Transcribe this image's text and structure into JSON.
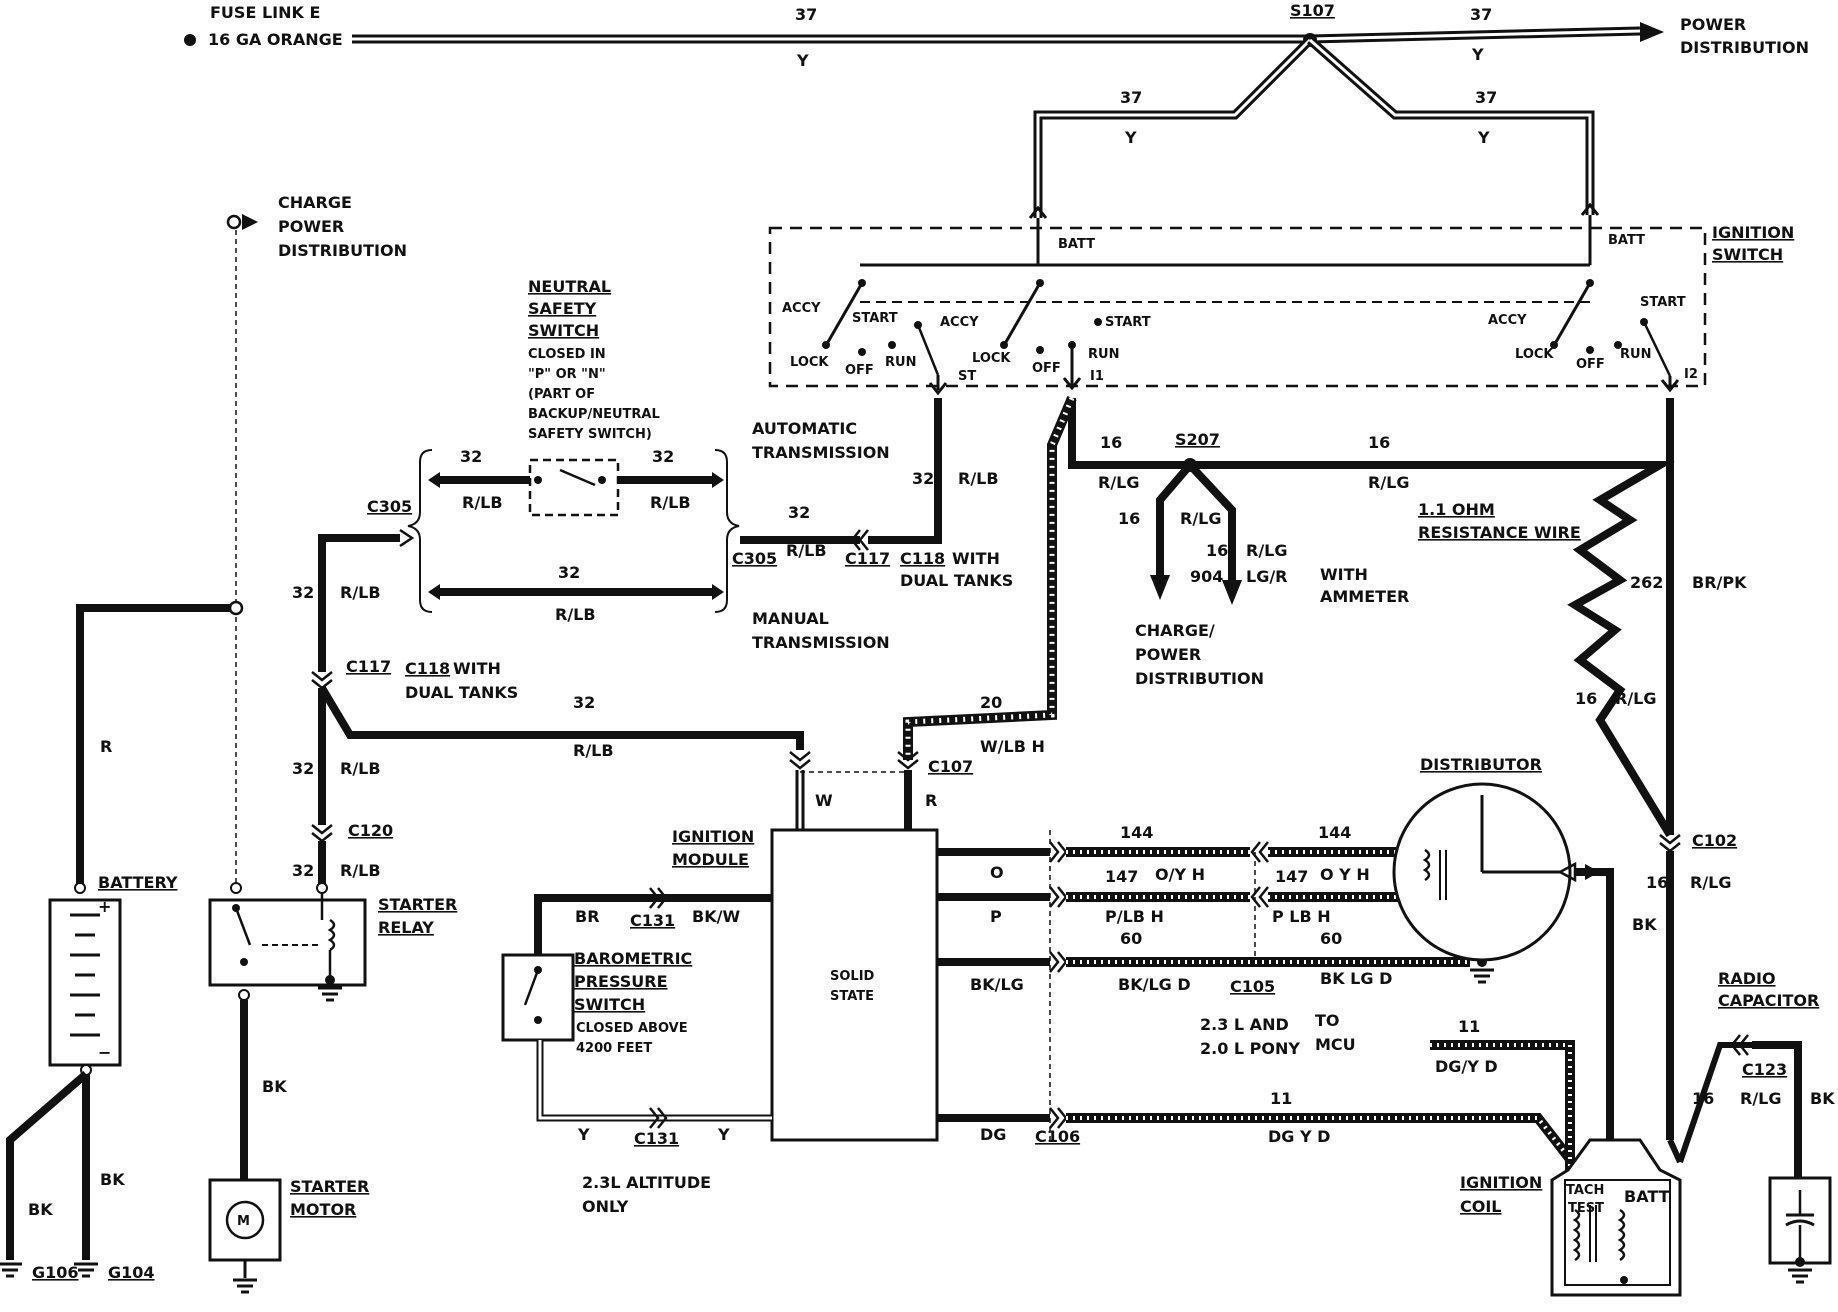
{
  "colors": {
    "wire": "#111111",
    "background": "#ffffff",
    "hollow": "#ffffff"
  },
  "top": {
    "fuse_link": "FUSE LINK E",
    "fuse_gauge": "16 GA ORANGE",
    "circuit_left": "37",
    "color_left": "Y",
    "splice": "S107",
    "circuit_right": "37",
    "color_right": "Y",
    "power_dist_1": "POWER",
    "power_dist_2": "DISTRIBUTION",
    "branch_left_circuit": "37",
    "branch_left_color": "Y",
    "branch_right_circuit": "37",
    "branch_right_color": "Y"
  },
  "ignition_switch": {
    "title_1": "IGNITION",
    "title_2": "SWITCH",
    "batt_left": "BATT",
    "batt_right": "BATT",
    "accy_1": "ACCY",
    "start_1": "START",
    "lock_1": "LOCK",
    "off_1": "OFF",
    "run_1": "RUN",
    "accy_2": "ACCY",
    "start_2": "START",
    "lock_2": "LOCK",
    "off_2": "OFF",
    "run_2": "RUN",
    "accy_3": "ACCY",
    "start_3": "START",
    "lock_3": "LOCK",
    "off_3": "OFF",
    "run_3": "RUN",
    "term_st": "ST",
    "term_11": "I1",
    "term_12": "I2"
  },
  "charge": {
    "line1": "CHARGE",
    "line2": "POWER",
    "line3": "DISTRIBUTION"
  },
  "neutral_switch": {
    "l1": "NEUTRAL",
    "l2": "SAFETY",
    "l3": "SWITCH",
    "n1": "CLOSED IN",
    "n2": "\"P\" OR \"N\"",
    "n3": "(PART OF",
    "n4": "BACKUP/NEUTRAL",
    "n5": "SAFETY SWITCH)"
  },
  "wires": {
    "w32": "32",
    "rlb": "R/LB",
    "auto_1": "AUTOMATIC",
    "auto_2": "TRANSMISSION",
    "manual_1": "MANUAL",
    "manual_2": "TRANSMISSION",
    "c305": "C305",
    "c117": "C117",
    "c118": "C118",
    "with_dual": "WITH",
    "dual_tanks": "DUAL TANKS",
    "c120": "C120",
    "w16": "16",
    "rlg": "R/LG",
    "s207": "S207",
    "w904": "904",
    "lgr": "LG/R",
    "with_ammeter_1": "WITH",
    "with_ammeter_2": "AMMETER",
    "charge_1": "CHARGE/",
    "charge_2": "POWER",
    "charge_3": "DISTRIBUTION",
    "res_1": "1.1 OHM",
    "res_2": "RESISTANCE WIRE",
    "w262": "262",
    "brpk": "BR/PK",
    "w20": "20",
    "wlbh": "W/LB H",
    "c107": "C107",
    "w": "W",
    "r": "R",
    "red": "R",
    "bk": "BK"
  },
  "battery": {
    "label": "BATTERY",
    "g106": "G106",
    "g104": "G104"
  },
  "starter": {
    "relay_1": "STARTER",
    "relay_2": "RELAY",
    "motor_1": "STARTER",
    "motor_2": "MOTOR",
    "m": "M"
  },
  "module": {
    "title_1": "IGNITION",
    "title_2": "MODULE",
    "solid_1": "SOLID",
    "solid_2": "STATE",
    "o": "O",
    "p": "P",
    "bklg": "BK/LG",
    "dg": "DG",
    "br": "BR",
    "c131": "C131",
    "bkw": "BK/W",
    "y": "Y"
  },
  "baro": {
    "l1": "BAROMETRIC",
    "l2": "PRESSURE",
    "l3": "SWITCH",
    "n1": "CLOSED ABOVE",
    "n2": "4200 FEET",
    "alt_1": "2.3L ALTITUDE",
    "alt_2": "ONLY"
  },
  "distributor": {
    "title": "DISTRIBUTOR",
    "w144": "144",
    "w147": "147",
    "oyh": "O/Y H",
    "oyh2": "O Y H",
    "plbh": "P/LB H",
    "plbh2": "P LB H",
    "w60": "60",
    "bklgd": "BK/LG D",
    "bklgd2": "BK LG D",
    "c105": "C105",
    "note_1": "2.3 L AND",
    "note_2": "2.0 L PONY",
    "to": "TO",
    "mcu": "MCU",
    "w11": "11",
    "dgyd": "DG/Y D",
    "dgyd2": "DG Y D",
    "c106": "C106"
  },
  "coil": {
    "label_1": "IGNITION",
    "label_2": "COIL",
    "tach": "TACH",
    "test": "TEST",
    "batt": "BATT",
    "c102": "C102",
    "bk": "BK"
  },
  "radio": {
    "label_1": "RADIO",
    "label_2": "CAPACITOR",
    "c123": "C123",
    "w16": "16",
    "rlg": "R/LG",
    "bk": "BK"
  }
}
